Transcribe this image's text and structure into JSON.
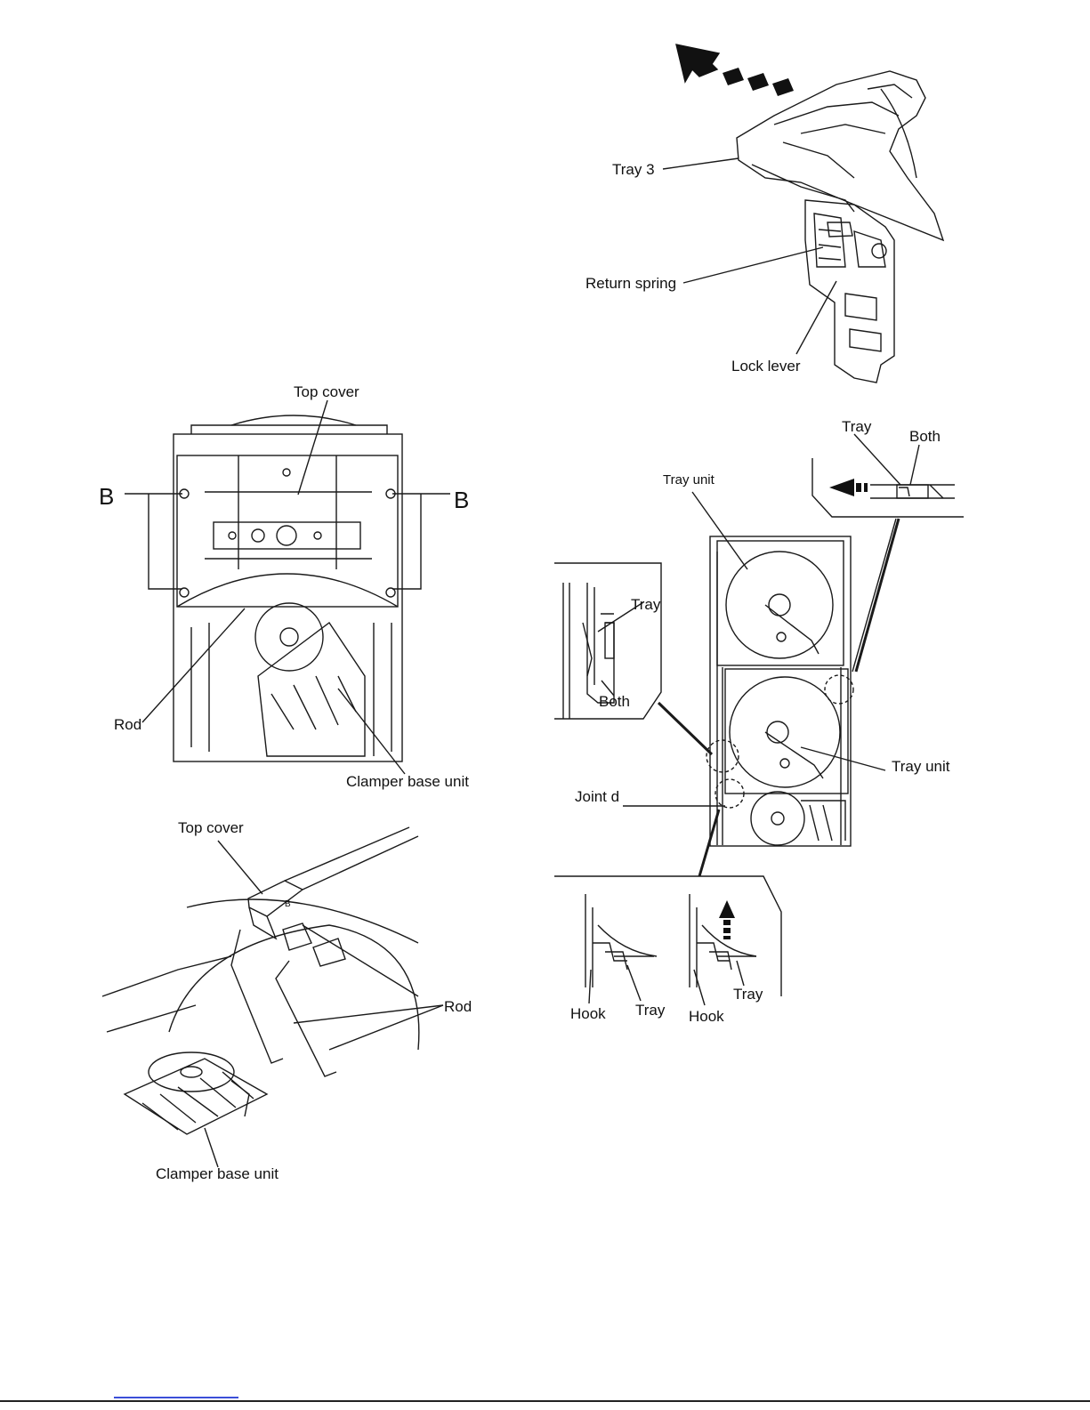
{
  "labels": {
    "tray3": "Tray 3",
    "return_spring": "Return spring",
    "lock_lever": "Lock lever",
    "top_cover_1": "Top cover",
    "b_left": "B",
    "b_right": "B",
    "rod_1": "Rod",
    "clamper_base_unit_1": "Clamper base unit",
    "top_cover_2": "Top cover",
    "small_b": "B",
    "rod_2": "Rod",
    "clamper_base_unit_2": "Clamper base unit",
    "tray_top": "Tray",
    "both_top": "Both",
    "tray_unit_top": "Tray unit",
    "tray_left_inset": "Tray",
    "both_left_inset": "Both",
    "tray_unit_right": "Tray unit",
    "joint_d": "Joint d",
    "hook_1": "Hook",
    "tray_bottom_1": "Tray",
    "hook_2": "Hook",
    "tray_bottom_2": "Tray"
  },
  "colors": {
    "line": "#1a1a1a",
    "footer_link": "#3b4fd8"
  }
}
